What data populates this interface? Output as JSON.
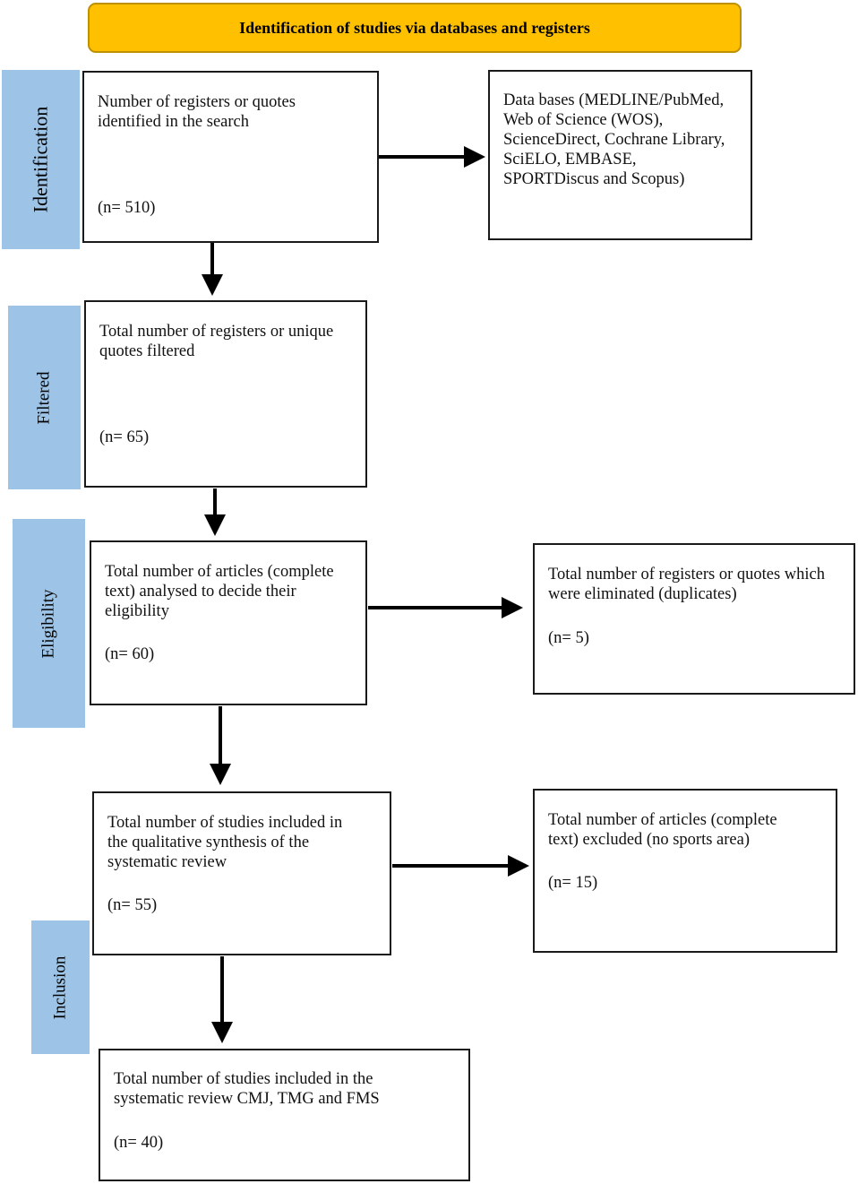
{
  "header": {
    "title": "Identification of studies via databases and registers"
  },
  "stages": {
    "identification": "Identification",
    "filtered": "Filtered",
    "eligibility": "Eligibility",
    "inclusion": "Inclusion"
  },
  "boxes": {
    "identified": {
      "text": "Number of registers or quotes\nidentified in the search",
      "n": "(n= 510)"
    },
    "databases": {
      "text": "Data bases (MEDLINE/PubMed,\nWeb of Science (WOS),\nScienceDirect, Cochrane Library,\nSciELO, EMBASE,\nSPORTDiscus and Scopus)"
    },
    "filtered": {
      "text": "Total number of registers or unique\nquotes filtered",
      "n": "(n= 65)"
    },
    "eligibility": {
      "text": "Total number of articles (complete\ntext) analysed to decide their\neligibility",
      "n": "(n= 60)"
    },
    "duplicates": {
      "text": "Total number of registers or quotes which\nwere eliminated (duplicates)",
      "n": "(n= 5)"
    },
    "qualitative": {
      "text": "Total number of studies included in\nthe qualitative synthesis of the\nsystematic review",
      "n": "(n= 55)"
    },
    "excluded": {
      "text": "Total number of articles (complete\ntext) excluded (no sports area)",
      "n": "(n= 15)"
    },
    "included": {
      "text": "Total number of studies included in the\nsystematic review CMJ, TMG and FMS",
      "n": "(n= 40)"
    }
  }
}
